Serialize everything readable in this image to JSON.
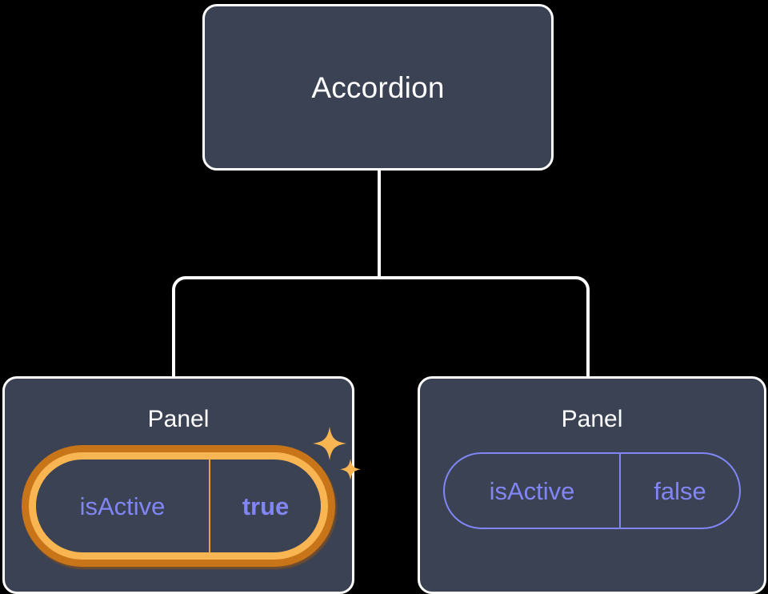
{
  "theme": {
    "background": "#000000",
    "node_fill": "#3a4254",
    "node_border": "#ffffff",
    "connector": "#ffffff",
    "prop_accent": "#8286f5",
    "highlight_inner_ring": "#f8b551",
    "highlight_outer_ring": "#c8751a",
    "highlight_divider": "#f0a23c",
    "sparkle": "#f8b551"
  },
  "tree": {
    "root": {
      "title": "Accordion"
    },
    "children": [
      {
        "title": "Panel",
        "highlighted": true,
        "prop": {
          "key": "isActive",
          "value": "true"
        },
        "decorations": [
          "sparkle-large-icon",
          "sparkle-small-icon"
        ]
      },
      {
        "title": "Panel",
        "highlighted": false,
        "prop": {
          "key": "isActive",
          "value": "false"
        },
        "decorations": []
      }
    ]
  }
}
